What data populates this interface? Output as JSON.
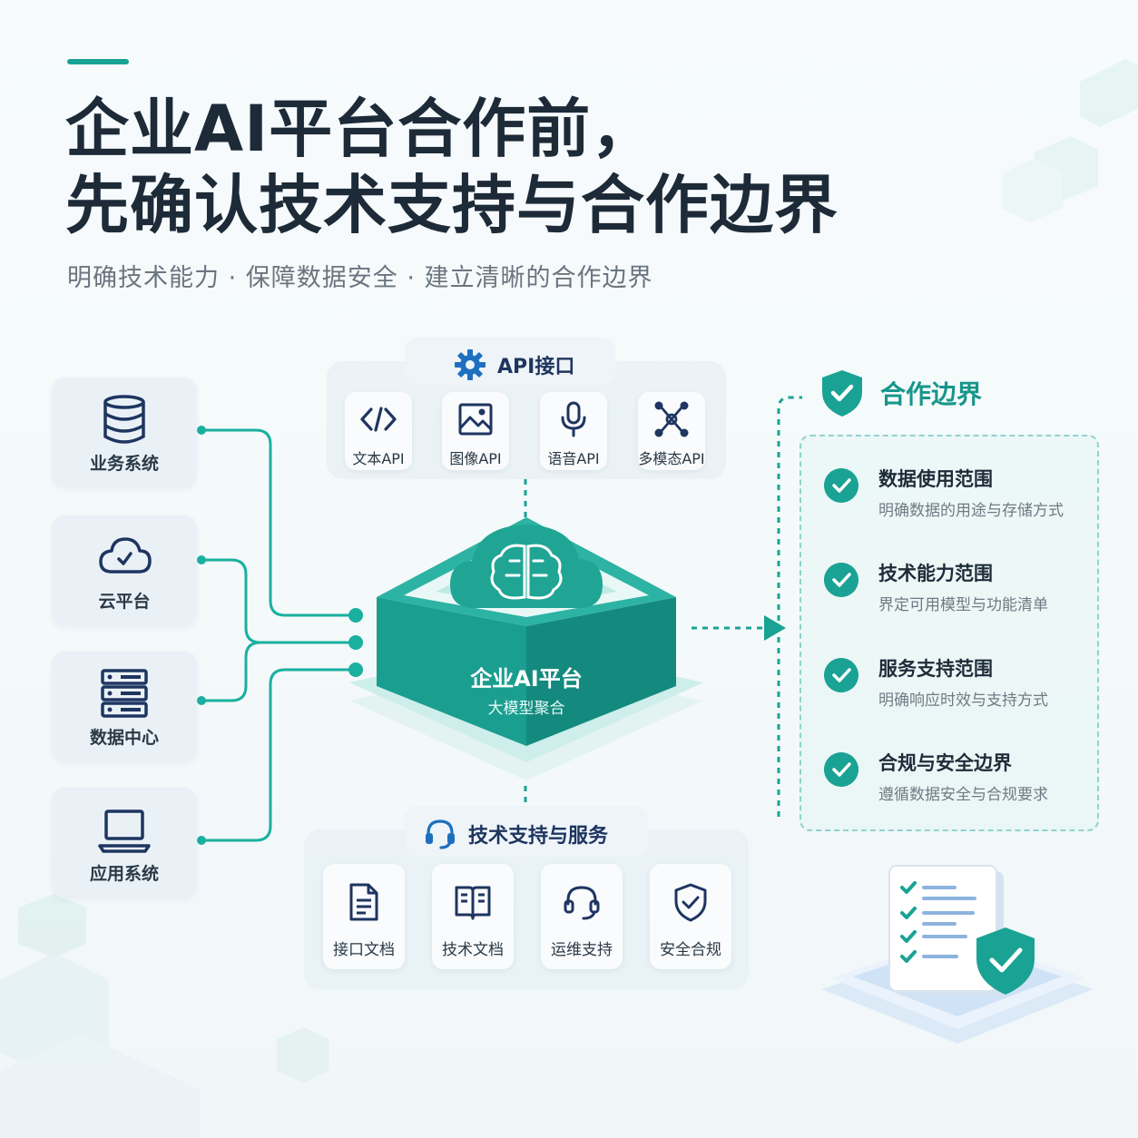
{
  "header": {
    "title_line1": "企业AI平台合作前，",
    "title_line2": "先确认技术支持与合作边界",
    "subtitle": "明确技术能力 · 保障数据安全 · 建立清晰的合作边界"
  },
  "sources": [
    {
      "label": "业务系统",
      "icon": "database-icon"
    },
    {
      "label": "云平台",
      "icon": "cloud-icon"
    },
    {
      "label": "数据中心",
      "icon": "server-icon"
    },
    {
      "label": "应用系统",
      "icon": "laptop-icon"
    }
  ],
  "api_panel": {
    "title": "API接口",
    "items": [
      {
        "label": "文本API",
        "icon": "code-icon"
      },
      {
        "label": "图像API",
        "icon": "image-icon"
      },
      {
        "label": "语音API",
        "icon": "microphone-icon"
      },
      {
        "label": "多模态API",
        "icon": "network-icon"
      }
    ]
  },
  "platform": {
    "title": "企业AI平台",
    "subtitle": "大模型聚合",
    "icon": "brain-cloud-icon"
  },
  "support_panel": {
    "title": "技术支持与服务",
    "items": [
      {
        "label": "接口文档",
        "icon": "document-icon"
      },
      {
        "label": "技术文档",
        "icon": "book-icon"
      },
      {
        "label": "运维支持",
        "icon": "headset-icon"
      },
      {
        "label": "安全合规",
        "icon": "shield-check-icon"
      }
    ]
  },
  "boundary": {
    "title": "合作边界",
    "items": [
      {
        "title": "数据使用范围",
        "desc": "明确数据的用途与存储方式"
      },
      {
        "title": "技术能力范围",
        "desc": "界定可用模型与功能清单"
      },
      {
        "title": "服务支持范围",
        "desc": "明确响应时效与支持方式"
      },
      {
        "title": "合规与安全边界",
        "desc": "遵循数据安全与合规要求"
      }
    ]
  },
  "colors": {
    "accent": "#1aa394",
    "accent_dark": "#148a7e",
    "navy": "#1e3560",
    "title": "#1d2a37"
  }
}
